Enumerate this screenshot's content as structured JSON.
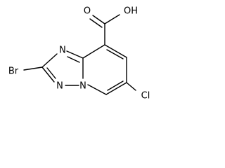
{
  "molecule": {
    "atoms": {
      "carboxyl_oxygen": "O",
      "hydroxyl": "OH",
      "bromine": "Br",
      "chlorine": "Cl",
      "n1": "N",
      "n2": "N",
      "n3": "N"
    }
  }
}
